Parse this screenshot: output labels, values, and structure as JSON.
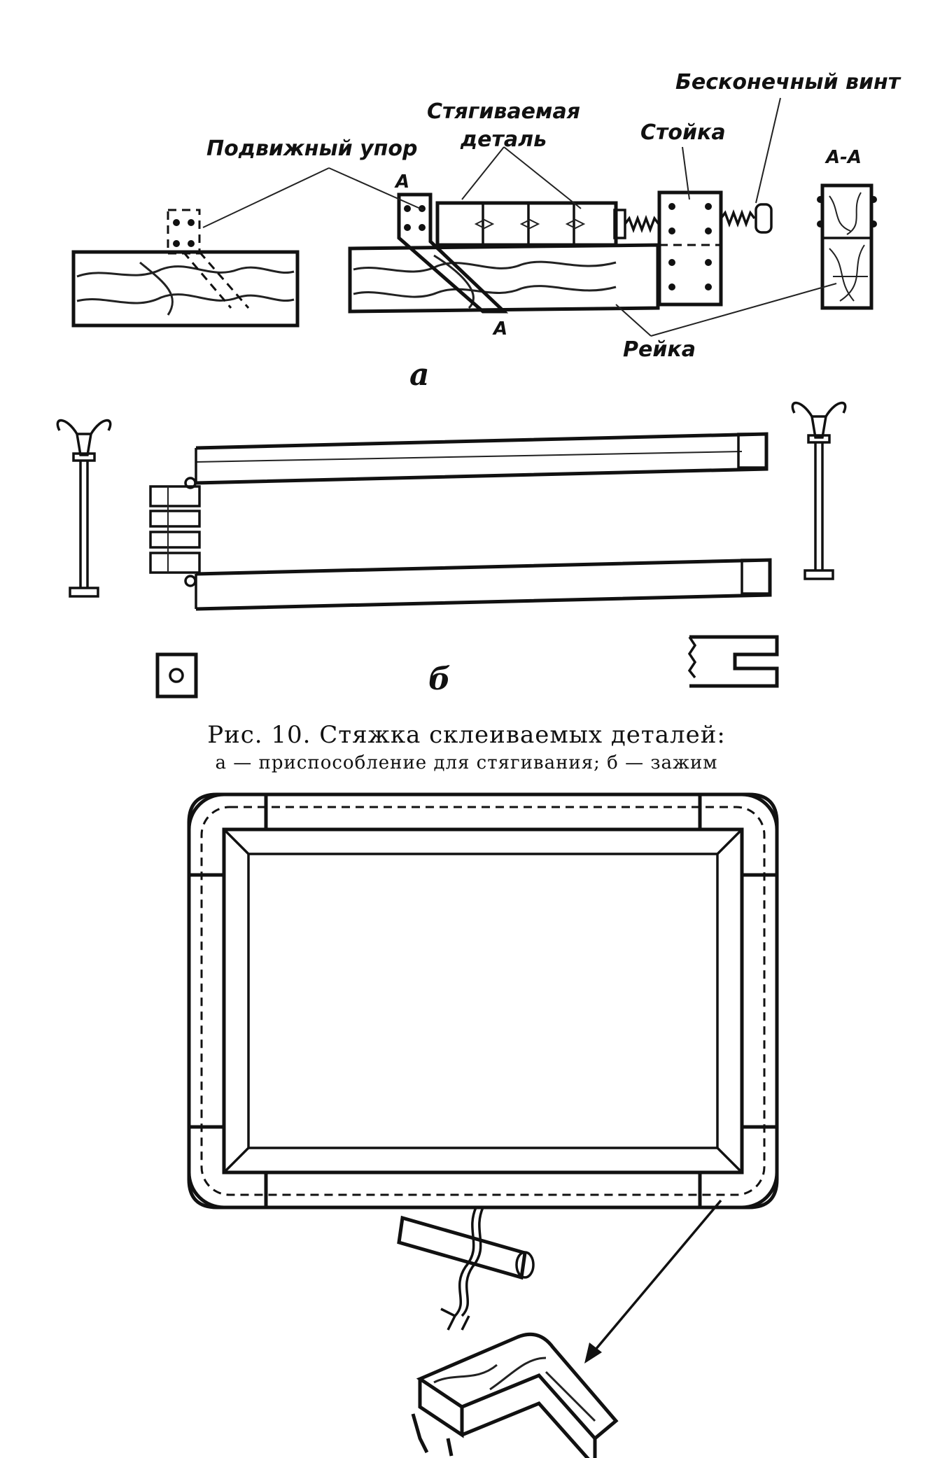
{
  "labels": {
    "movable_stop": "Подвижный упор",
    "glued_part": "Стягиваемая\nдеталь",
    "post": "Стойка",
    "endless_screw": "Бесконечный винт",
    "section": "А-А",
    "section_mark_top": "А",
    "section_mark_bottom": "А",
    "rail": "Рейка",
    "letter_a": "а",
    "letter_b": "б"
  },
  "caption": {
    "title": "Рис. 10. Стяжка склеиваемых деталей:",
    "subtitle": "а — приспособление для стягивания; б — зажим"
  }
}
